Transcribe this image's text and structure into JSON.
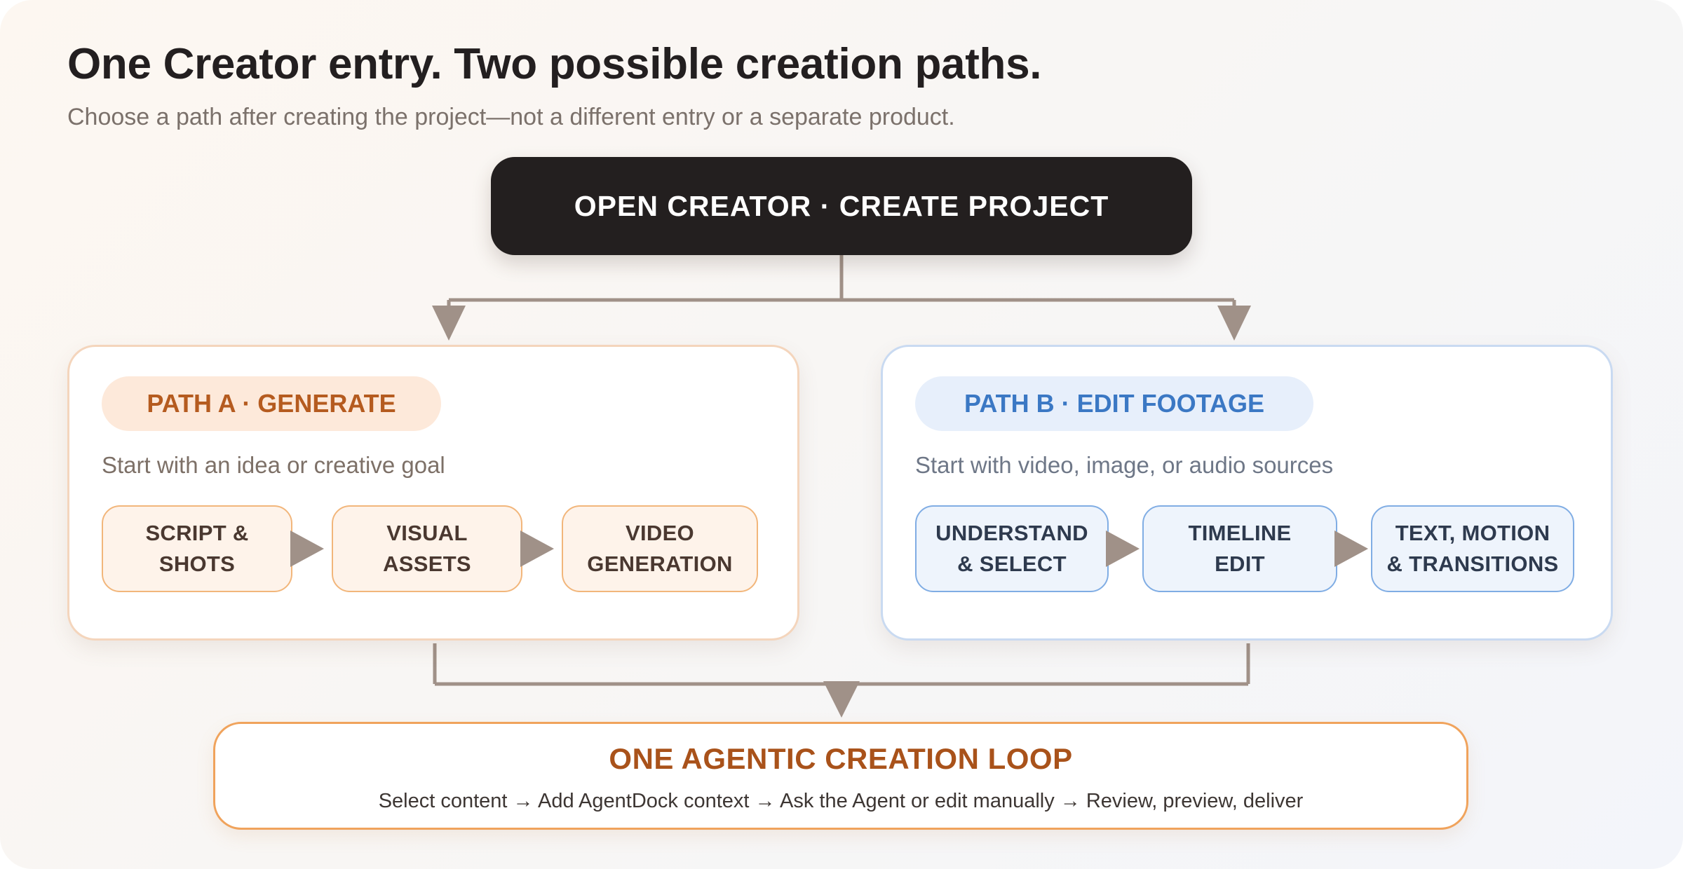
{
  "header": {
    "title": "One Creator entry. Two possible creation paths.",
    "subtitle": "Choose a path after creating the project—not a different entry or a separate product."
  },
  "start": {
    "label": "OPEN CREATOR · CREATE PROJECT"
  },
  "path_a": {
    "label": "PATH A · GENERATE",
    "description": "Start with an idea or creative goal",
    "steps": [
      "SCRIPT &\nSHOTS",
      "VISUAL\nASSETS",
      "VIDEO\nGENERATION"
    ]
  },
  "path_b": {
    "label": "PATH B · EDIT FOOTAGE",
    "description": "Start with video, image, or audio sources",
    "steps": [
      "UNDERSTAND\n& SELECT",
      "TIMELINE\nEDIT",
      "TEXT, MOTION\n& TRANSITIONS"
    ]
  },
  "loop": {
    "title": "ONE AGENTIC CREATION LOOP",
    "description": "Select content → Add AgentDock context → Ask the Agent or edit manually → Review, preview, deliver"
  },
  "colors": {
    "path_a_accent": "#b55b1f",
    "path_b_accent": "#3b78c4",
    "connector": "#a09188",
    "start_fill": "#231f1f",
    "loop_border": "#f0a35c"
  }
}
